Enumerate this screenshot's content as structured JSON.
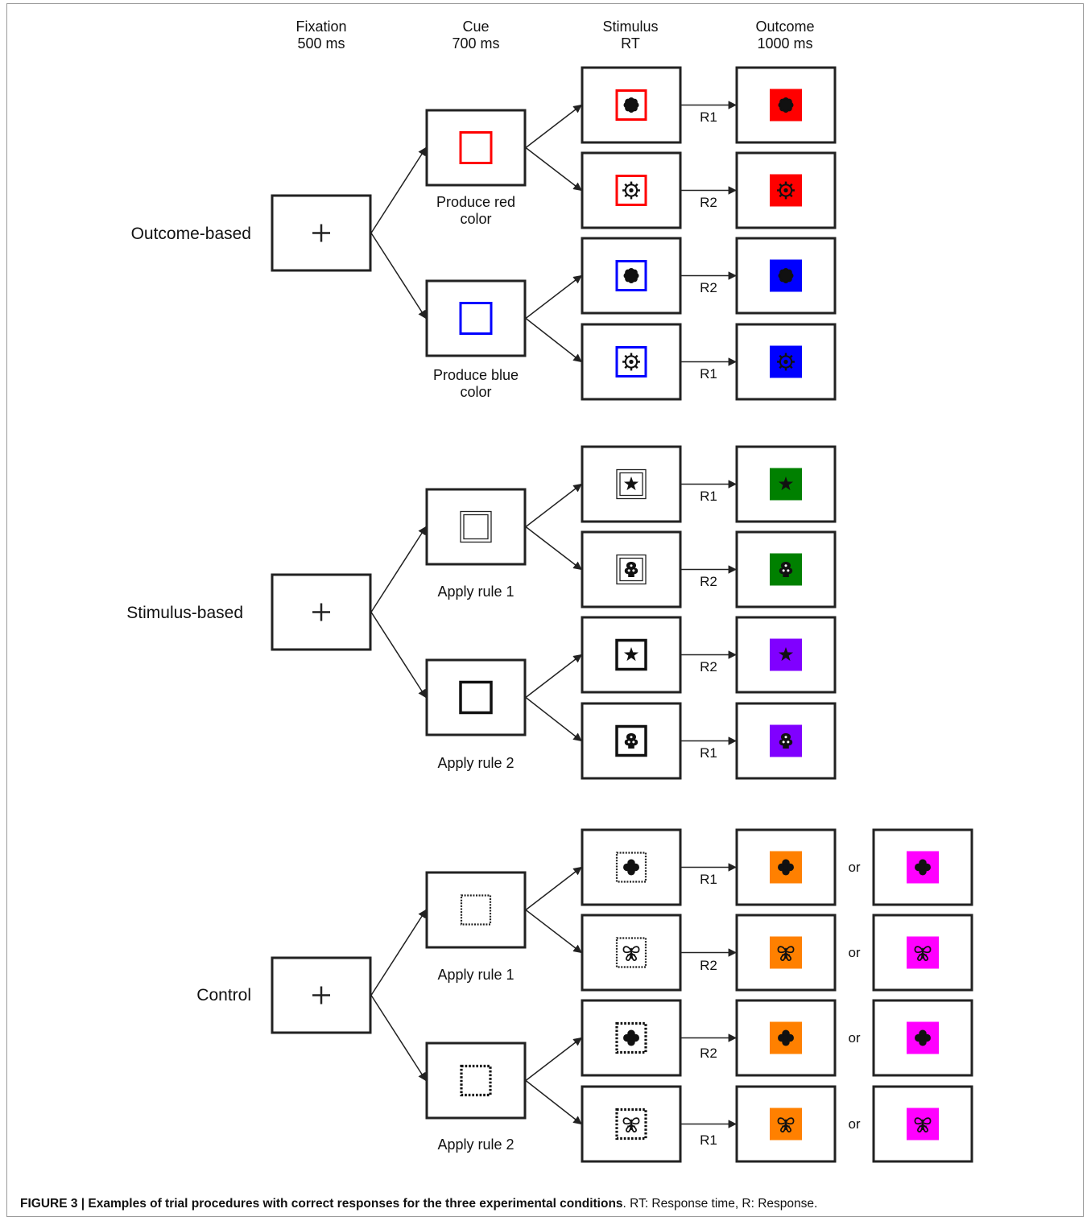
{
  "headers": {
    "fixation": [
      "Fixation",
      "500 ms"
    ],
    "cue": [
      "Cue",
      "700 ms"
    ],
    "stimulus": [
      "Stimulus",
      "RT"
    ],
    "outcome": [
      "Outcome",
      "1000 ms"
    ]
  },
  "fixation_symbol": "+",
  "or_text": "or",
  "colors": {
    "red": "#ff0000",
    "blue": "#0000ff",
    "green": "#008000",
    "purple": "#8000ff",
    "orange": "#ff8000",
    "magenta": "#ff00ff",
    "box_stroke": "#222222"
  },
  "conditions": [
    {
      "label": "Outcome-based",
      "cues": [
        {
          "caption": [
            "Produce red",
            "color"
          ],
          "frame": "solid-red",
          "color": "red",
          "trials": [
            {
              "symbol": "flower-icon",
              "response": "R1",
              "outcome": [
                "red"
              ]
            },
            {
              "symbol": "gear-icon",
              "response": "R2",
              "outcome": [
                "red"
              ]
            }
          ]
        },
        {
          "caption": [
            "Produce blue",
            "color"
          ],
          "frame": "solid-blue",
          "color": "blue",
          "trials": [
            {
              "symbol": "flower-icon",
              "response": "R2",
              "outcome": [
                "blue"
              ]
            },
            {
              "symbol": "gear-icon",
              "response": "R1",
              "outcome": [
                "blue"
              ]
            }
          ]
        }
      ]
    },
    {
      "label": "Stimulus-based",
      "cues": [
        {
          "caption": [
            "Apply rule 1"
          ],
          "frame": "double",
          "trials": [
            {
              "symbol": "star-icon",
              "response": "R1",
              "outcome": [
                "green"
              ]
            },
            {
              "symbol": "ornament-icon",
              "response": "R2",
              "outcome": [
                "green"
              ]
            }
          ]
        },
        {
          "caption": [
            "Apply rule 2"
          ],
          "frame": "thick",
          "trials": [
            {
              "symbol": "star-icon",
              "response": "R2",
              "outcome": [
                "purple"
              ]
            },
            {
              "symbol": "ornament-icon",
              "response": "R1",
              "outcome": [
                "purple"
              ]
            }
          ]
        }
      ]
    },
    {
      "label": "Control",
      "cues": [
        {
          "caption": [
            "Apply rule 1"
          ],
          "frame": "dotted-light",
          "trials": [
            {
              "symbol": "clover-icon",
              "response": "R1",
              "outcome": [
                "orange",
                "magenta"
              ]
            },
            {
              "symbol": "butterfly-icon",
              "response": "R2",
              "outcome": [
                "orange",
                "magenta"
              ]
            }
          ]
        },
        {
          "caption": [
            "Apply rule 2"
          ],
          "frame": "dotted-heavy",
          "trials": [
            {
              "symbol": "clover-icon",
              "response": "R2",
              "outcome": [
                "orange",
                "magenta"
              ]
            },
            {
              "symbol": "butterfly-icon",
              "response": "R1",
              "outcome": [
                "orange",
                "magenta"
              ]
            }
          ]
        }
      ]
    }
  ],
  "caption": {
    "bold": "FIGURE 3 | Examples of trial procedures with correct responses for the three experimental conditions",
    "rest": ". RT: Response time, R: Response."
  }
}
